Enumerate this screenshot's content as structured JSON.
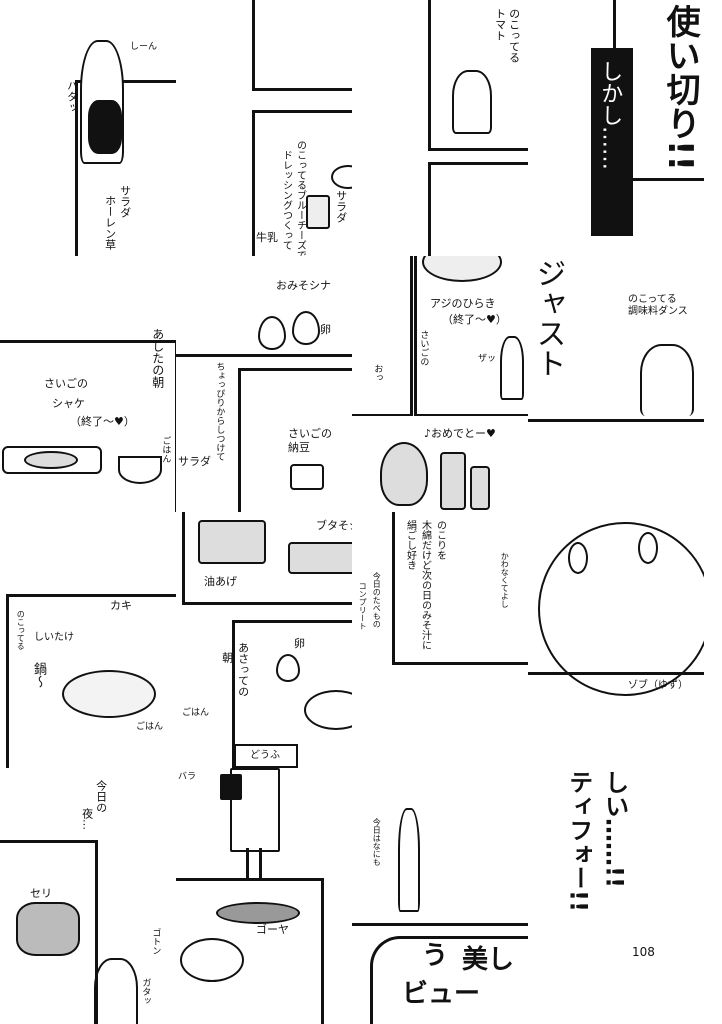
{
  "tiles": [
    {
      "id": "r0c0",
      "texts": [
        "しーん",
        "バタッ",
        "サラダ",
        "ホーレン草"
      ]
    },
    {
      "id": "r0c1",
      "texts": [
        "のこってるブルーチーズで",
        "ドレッシングつくって",
        "サラダ",
        "牛乳"
      ]
    },
    {
      "id": "r0c2",
      "texts": [
        "のこってる",
        "トマト"
      ]
    },
    {
      "id": "r0c3",
      "texts": [
        "使い切り!!",
        "しかし……"
      ]
    },
    {
      "id": "r1c0",
      "texts": [
        "あしたの朝",
        "さいごの",
        "シャケ",
        "（終了～♥）",
        "ごはん"
      ]
    },
    {
      "id": "r1c1",
      "texts": [
        "おみそシナ",
        "卵",
        "ちょっぴりからしつけて",
        "さいごの",
        "納豆",
        "サラダ"
      ]
    },
    {
      "id": "r1c2",
      "texts": [
        "アジのひらき",
        "（終了～♥）",
        "さいごの",
        "ザッ",
        "おっ"
      ]
    },
    {
      "id": "r1c3",
      "texts": [
        "ジャスト",
        "のこってる",
        "調味料ダンス"
      ]
    },
    {
      "id": "r2c0",
      "texts": [
        "カキ",
        "のこってる",
        "しいたけ",
        "鍋～",
        "ごはん"
      ]
    },
    {
      "id": "r2c1",
      "texts": [
        "油あげ",
        "ブタそシナ",
        "卵",
        "あさっての",
        "朝",
        "ごはん"
      ]
    },
    {
      "id": "r2c2",
      "texts": [
        "♪おめでとー♥",
        "のこりを",
        "木綿だけど次の日のみそ汁に",
        "絹ごし好き",
        "今日のたべもの",
        "コンプリート",
        "かわなくてよし"
      ]
    },
    {
      "id": "r2c3",
      "texts": [
        "ゾブ（ゆず）"
      ]
    },
    {
      "id": "r3c0",
      "texts": [
        "今日の",
        "夜…",
        "セリ",
        "ゴトン",
        "ガタッ"
      ]
    },
    {
      "id": "r3c1",
      "texts": [
        "どうふ",
        "ゴーヤ",
        "バラ"
      ]
    },
    {
      "id": "r3c2",
      "texts": [
        "今日はなにも",
        "う",
        "美し",
        "ビュー"
      ]
    },
    {
      "id": "r3c3",
      "texts": [
        "しい……!!",
        "ティフォー!!",
        "108"
      ]
    }
  ],
  "page_number": "108"
}
